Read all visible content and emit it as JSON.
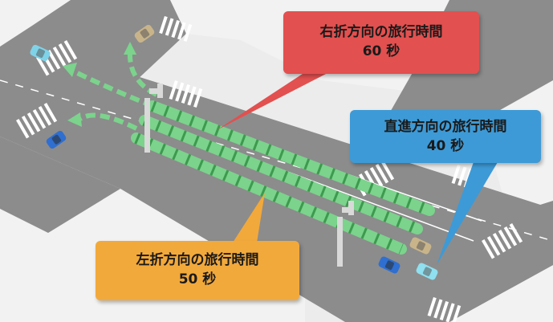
{
  "scene": {
    "road_color": "#8c8c8c",
    "sidewalk_color": "#e4e4e4",
    "block_color": "#f2f2f2",
    "lane_line_color": "#ffffff",
    "stop_line_color": "#ffffff",
    "route_color": "#7bd38c",
    "route_dash_color": "#3e9a4e",
    "arrow_color": "#7bd38c",
    "pole_color": "#d9d9d9",
    "cars": [
      {
        "name": "car-top-tan",
        "color": "#c9b48a",
        "icon": "car-icon"
      },
      {
        "name": "car-left-cyan",
        "color": "#7fd3e8",
        "icon": "car-icon"
      },
      {
        "name": "car-left-blue",
        "color": "#2f6fd1",
        "icon": "car-icon"
      },
      {
        "name": "car-right-tan",
        "color": "#c9b48a",
        "icon": "car-icon"
      },
      {
        "name": "car-right-blue",
        "color": "#2f6fd1",
        "icon": "car-icon"
      },
      {
        "name": "car-right-cyan",
        "color": "#8fe0f0",
        "icon": "car-icon"
      }
    ]
  },
  "callouts": {
    "right_turn": {
      "title": "右折方向の旅行時間",
      "value": "60 秒",
      "color": "#e2504f"
    },
    "straight": {
      "title": "直進方向の旅行時間",
      "value": "40 秒",
      "color": "#3d9ad6"
    },
    "left_turn": {
      "title": "左折方向の旅行時間",
      "value": "50 秒",
      "color": "#f2a93b"
    }
  }
}
